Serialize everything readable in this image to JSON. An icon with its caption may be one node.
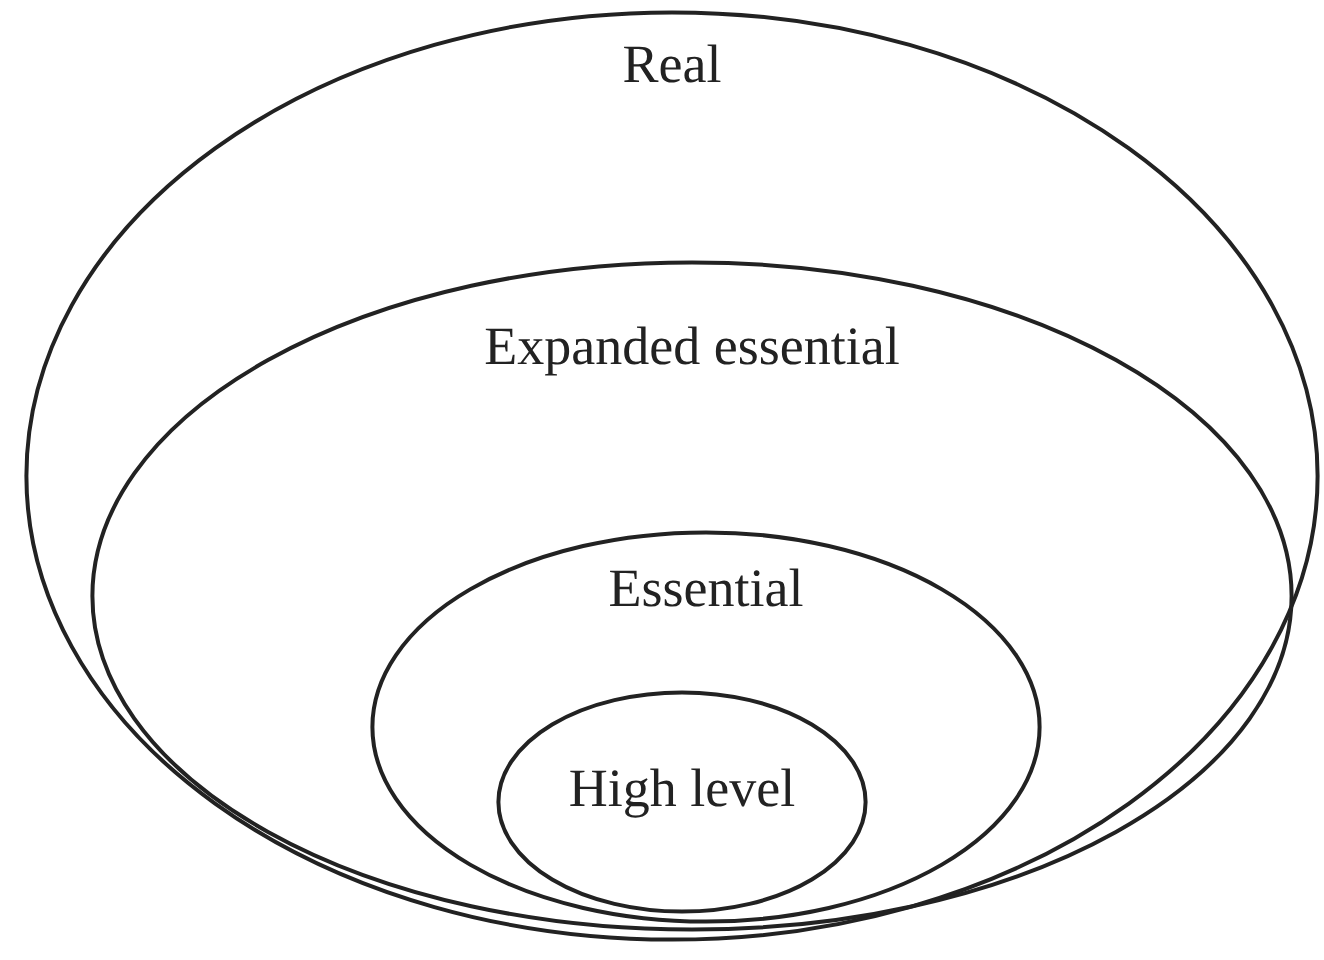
{
  "diagram": {
    "nodes": [
      {
        "text": [
          "Real"
        ]
      },
      {
        "text": [
          "Expanded essential"
        ],
        "in": 0
      },
      {
        "text": [
          "Essential"
        ],
        "in": 1
      },
      {
        "text": [
          "High level"
        ],
        "in": 2
      }
    ]
  }
}
